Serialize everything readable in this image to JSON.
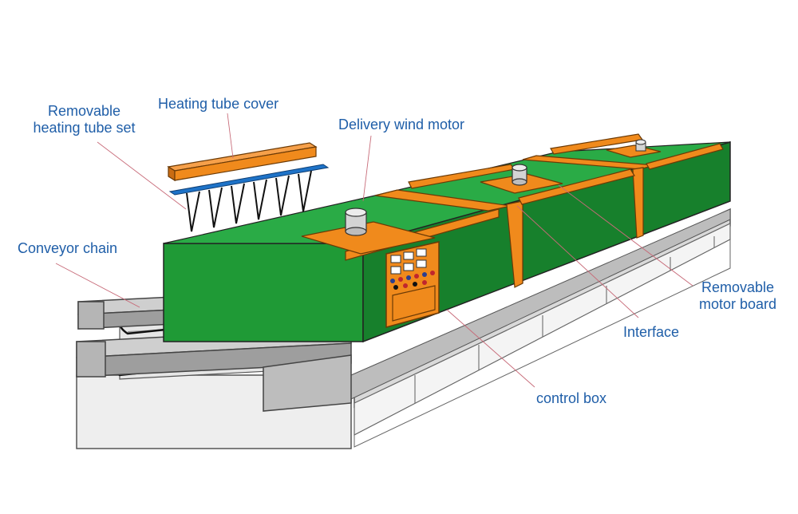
{
  "labels": {
    "heating_tube_set": "Removable\nheating tube set",
    "heating_tube_cover": "Heating tube cover",
    "delivery_wind_motor": "Delivery wind motor",
    "conveyor_chain": "Conveyor chain",
    "motor_board": "Removable\nmotor board",
    "interface": "Interface",
    "control_box": "control box"
  },
  "colors": {
    "label_text": "#1f5ea8",
    "oven_green": "#1f9a36",
    "oven_green_dark": "#17802c",
    "strip_orange": "#f08a1c",
    "heater_blue": "#1e73c8",
    "frame_grey": "#c8c8c8",
    "frame_dark": "#808080",
    "leader_line": "#c76a78"
  }
}
